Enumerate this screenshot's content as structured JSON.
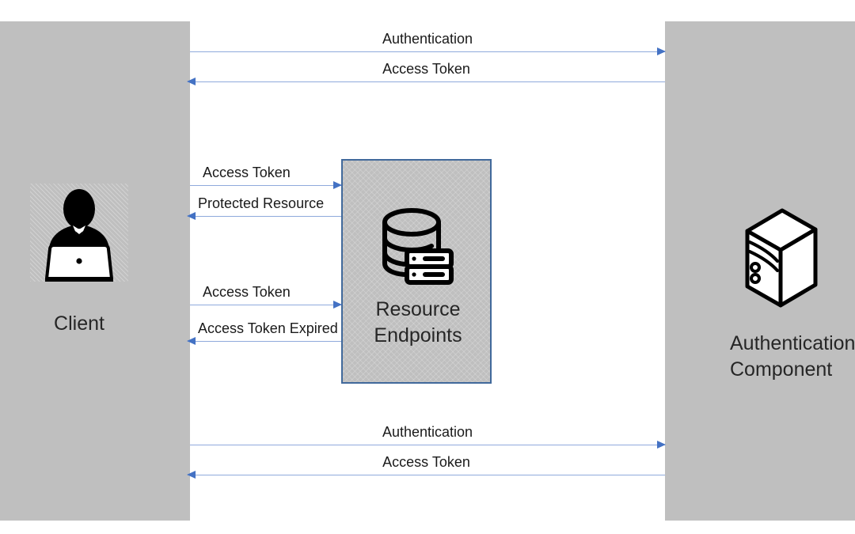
{
  "diagram": {
    "title": "OAuth access token sequence diagram",
    "background": "#ffffff",
    "colors": {
      "lifeline_fill": "#bfbfbf",
      "box_fill": "#bfbfbf",
      "box_border": "#41699b",
      "arrow_line": "#8faadc",
      "arrow_head": "#4472c4",
      "text": "#262626"
    }
  },
  "actors": [
    {
      "id": "client",
      "label": "Client",
      "icon": "person-at-laptop-icon",
      "side": "left"
    },
    {
      "id": "authentication-component",
      "label": "Authentication Component",
      "label_line1": "Authentication",
      "label_line2": "Component",
      "icon": "server-tower-icon",
      "side": "right"
    }
  ],
  "resource_box": {
    "label": "Resource Endpoints",
    "label_line1": "Resource",
    "label_line2": "Endpoints",
    "icon": "database-server-icon"
  },
  "messages": [
    {
      "id": "msg-1",
      "label": "Authentication",
      "from": "client",
      "to": "authentication-component",
      "direction": "right",
      "label_align": "center"
    },
    {
      "id": "msg-2",
      "label": "Access Token",
      "from": "authentication-component",
      "to": "client",
      "direction": "left",
      "label_align": "center"
    },
    {
      "id": "msg-3",
      "label": "Access Token",
      "from": "client",
      "to": "resource-endpoints",
      "direction": "right",
      "label_align": "left"
    },
    {
      "id": "msg-4",
      "label": "Protected Resource",
      "from": "resource-endpoints",
      "to": "client",
      "direction": "left",
      "label_align": "left"
    },
    {
      "id": "msg-5",
      "label": "Access Token",
      "from": "client",
      "to": "resource-endpoints",
      "direction": "right",
      "label_align": "left"
    },
    {
      "id": "msg-6",
      "label": "Access Token Expired",
      "from": "resource-endpoints",
      "to": "client",
      "direction": "left",
      "label_align": "left"
    },
    {
      "id": "msg-7",
      "label": "Authentication",
      "from": "client",
      "to": "authentication-component",
      "direction": "right",
      "label_align": "center"
    },
    {
      "id": "msg-8",
      "label": "Access Token",
      "from": "authentication-component",
      "to": "client",
      "direction": "left",
      "label_align": "center"
    }
  ]
}
